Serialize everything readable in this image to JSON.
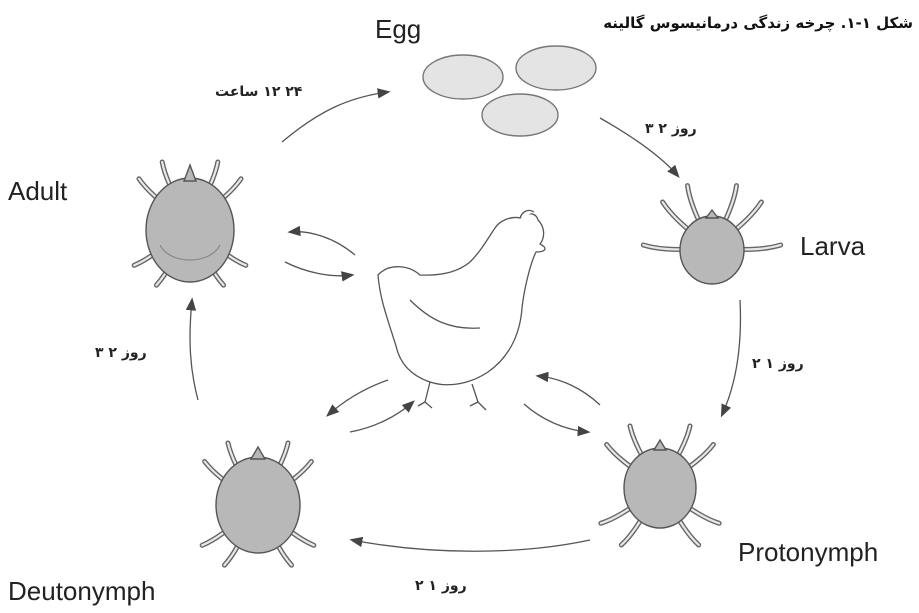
{
  "caption": "شکل ۱-۱. چرخه زندگی درمانیسوس گالینه",
  "stages": {
    "egg": "Egg",
    "larva": "Larva",
    "protonymph": "Protonymph",
    "deutonymph": "Deutonymph",
    "adult": "Adult"
  },
  "durations": {
    "adult_to_egg": "۲۴ ۱۲ ساعت",
    "egg_to_larva": "۳ ۲ روز",
    "larva_to_protonymph": "۲ ۱ روز",
    "protonymph_to_deutonymph": "۲ ۱ روز",
    "deutonymph_to_adult": "۳ ۲ روز"
  }
}
